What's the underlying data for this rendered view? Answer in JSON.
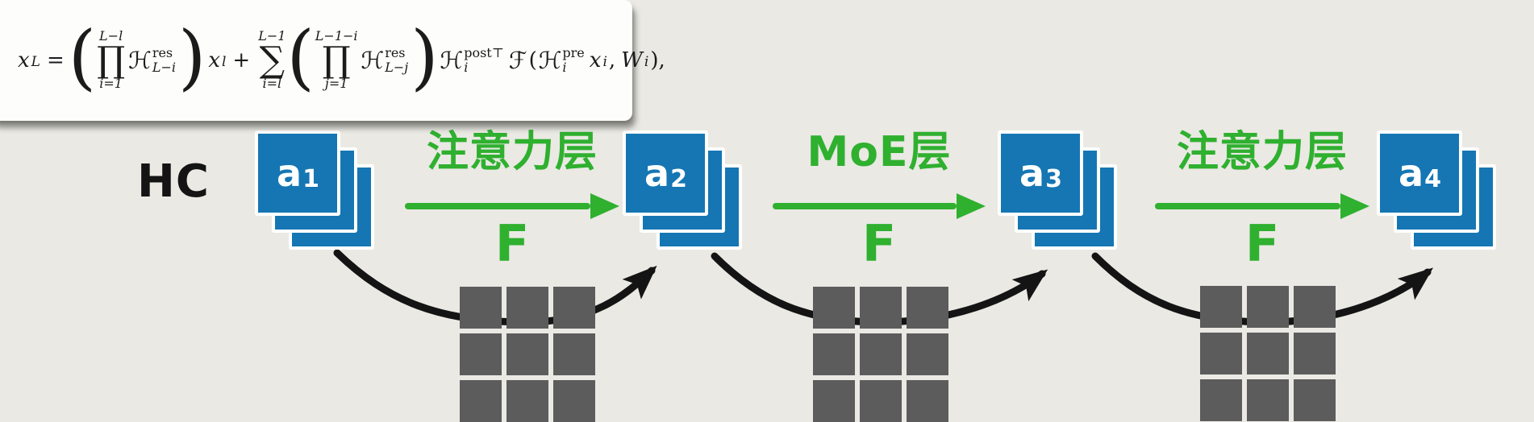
{
  "colors": {
    "background": "#eae9e4",
    "panel": "#fdfdfc",
    "blue": "#1576b3",
    "green": "#2fb02f",
    "ink": "#141414",
    "matrix-gray": "#5c5c5c",
    "sheet-border": "#ffffff",
    "formula-ink": "#1b1b1b"
  },
  "formula": {
    "latex": "x_L = (\\prod_{i=1}^{L-l} \\mathcal{H}^{res}_{L-i}) x_l + \\sum_{i=l}^{L-1} (\\prod_{j=1}^{L-1-i} \\mathcal{H}^{res}_{L-j}) \\mathcal{H}_i^{post\\top} \\mathcal{F}(\\mathcal{H}_i^{pre} x_i, W_i),",
    "lhs_base": "x",
    "lhs_sub": "L",
    "eq": "=",
    "lparen": "(",
    "rparen": ")",
    "prod_sym": "∏",
    "sum_sym": "∑",
    "prod1_sup": "L−l",
    "prod1_sub": "i=1",
    "H": "ℋ",
    "res_sup": "res",
    "H1_sub": "L−i",
    "xl_base": "x",
    "xl_sub": "l",
    "plus": "+",
    "sum_sup": "L−1",
    "sum_sub": "i=l",
    "prod2_sup": "L−1−i",
    "prod2_sub": "j=1",
    "H2_sub": "L−j",
    "post_sup": "post⊤",
    "H3_sub": "i",
    "F": "ℱ",
    "pre_sup": "pre",
    "H4_sub": "i",
    "xi_base": "x",
    "xi_sub": "i",
    "comma": ",",
    "W": "W",
    "W_sub": "i",
    "end": "),"
  },
  "hc_label": "HC",
  "stacks": [
    {
      "base": "a",
      "sub": "1"
    },
    {
      "base": "a",
      "sub": "2"
    },
    {
      "base": "a",
      "sub": "3"
    },
    {
      "base": "a",
      "sub": "4"
    }
  ],
  "edges": [
    {
      "label": "注意力层",
      "fn": "F"
    },
    {
      "label": "MoE层",
      "fn": "F"
    },
    {
      "label": "注意力层",
      "fn": "F"
    }
  ]
}
